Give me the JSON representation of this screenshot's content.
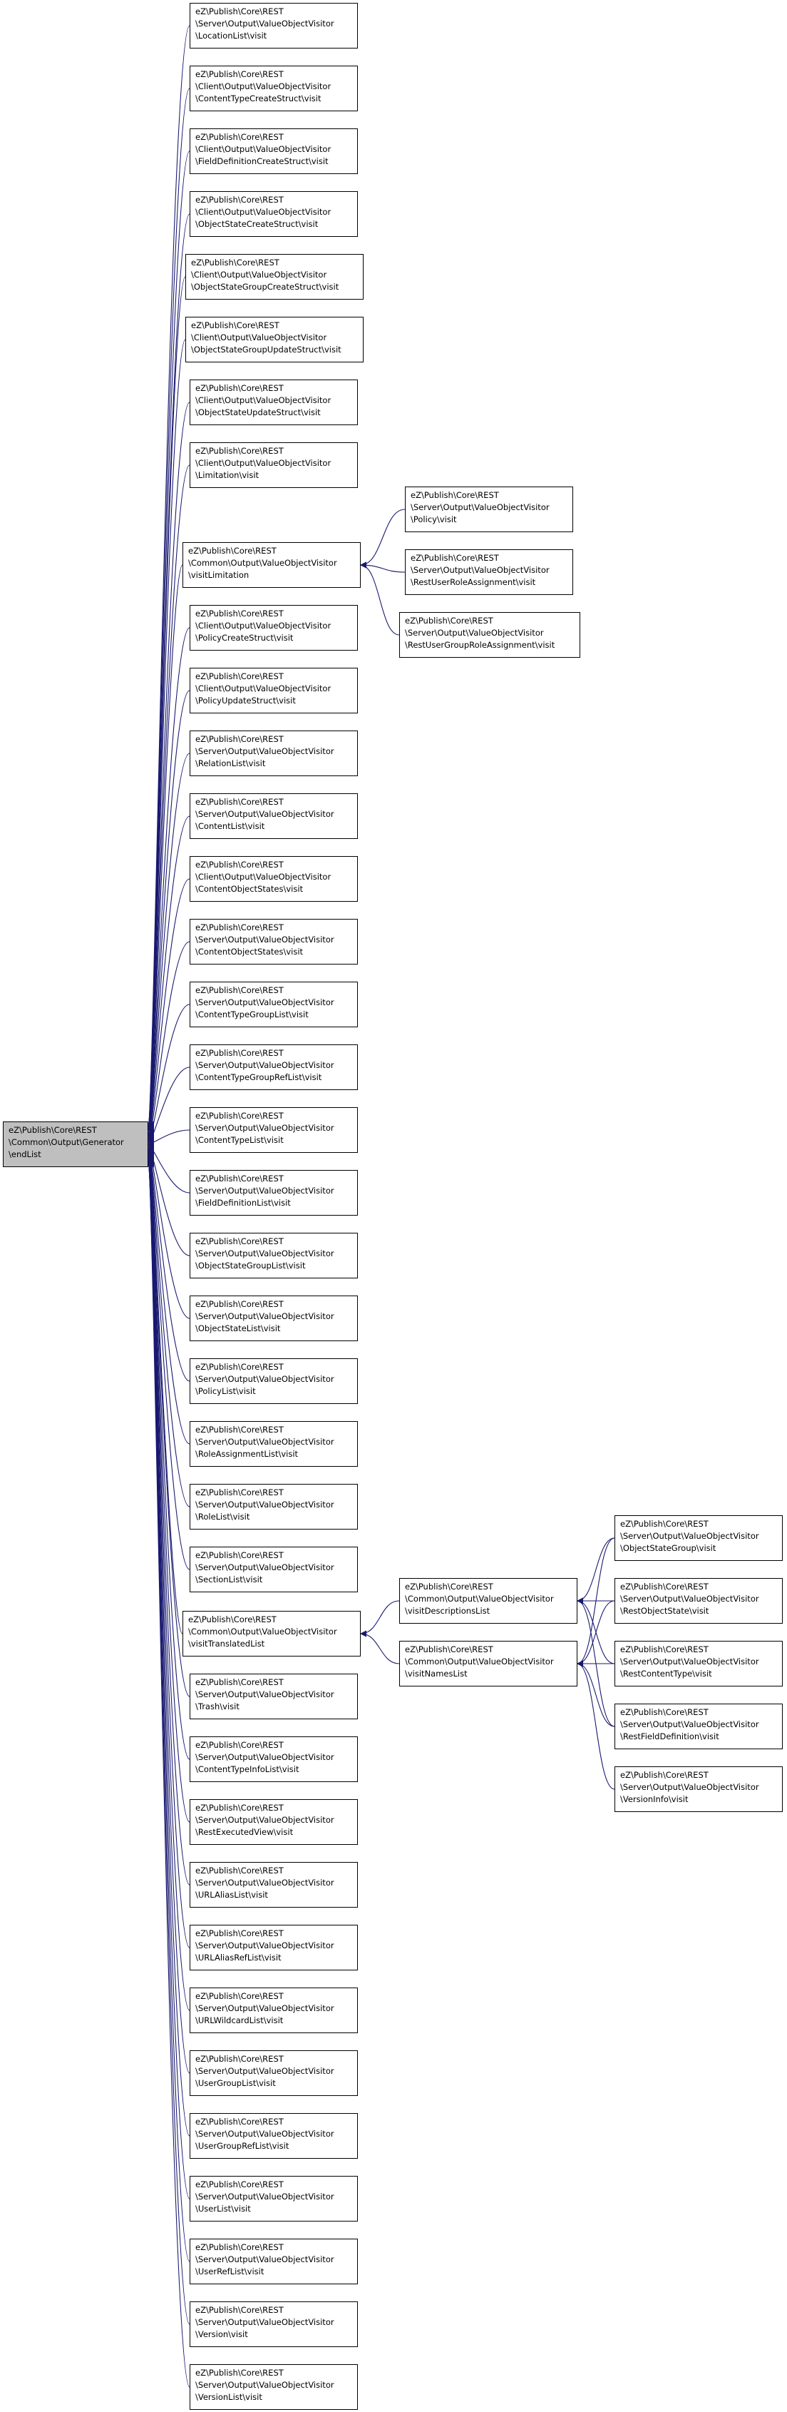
{
  "diagram": {
    "type": "call-graph (caller graph)",
    "edge_color": "#191970",
    "root_fill": "#bfbfbf",
    "root": {
      "id": "root",
      "lines": [
        "eZ\\Publish\\Core\\REST",
        "\\Common\\Output\\Generator",
        "\\endList"
      ]
    },
    "nodes": [
      {
        "id": "n01",
        "lines": [
          "eZ\\Publish\\Core\\REST",
          "\\Server\\Output\\ValueObjectVisitor",
          "\\LocationList\\visit"
        ]
      },
      {
        "id": "n02",
        "lines": [
          "eZ\\Publish\\Core\\REST",
          "\\Client\\Output\\ValueObjectVisitor",
          "\\ContentTypeCreateStruct\\visit"
        ]
      },
      {
        "id": "n03",
        "lines": [
          "eZ\\Publish\\Core\\REST",
          "\\Client\\Output\\ValueObjectVisitor",
          "\\FieldDefinitionCreateStruct\\visit"
        ]
      },
      {
        "id": "n04",
        "lines": [
          "eZ\\Publish\\Core\\REST",
          "\\Client\\Output\\ValueObjectVisitor",
          "\\ObjectStateCreateStruct\\visit"
        ]
      },
      {
        "id": "n05",
        "lines": [
          "eZ\\Publish\\Core\\REST",
          "\\Client\\Output\\ValueObjectVisitor",
          "\\ObjectStateGroupCreateStruct\\visit"
        ]
      },
      {
        "id": "n06",
        "lines": [
          "eZ\\Publish\\Core\\REST",
          "\\Client\\Output\\ValueObjectVisitor",
          "\\ObjectStateGroupUpdateStruct\\visit"
        ]
      },
      {
        "id": "n07",
        "lines": [
          "eZ\\Publish\\Core\\REST",
          "\\Client\\Output\\ValueObjectVisitor",
          "\\ObjectStateUpdateStruct\\visit"
        ]
      },
      {
        "id": "n08",
        "lines": [
          "eZ\\Publish\\Core\\REST",
          "\\Client\\Output\\ValueObjectVisitor",
          "\\Limitation\\visit"
        ]
      },
      {
        "id": "n09",
        "lines": [
          "eZ\\Publish\\Core\\REST",
          "\\Common\\Output\\ValueObjectVisitor",
          "\\visitLimitation"
        ]
      },
      {
        "id": "n10",
        "lines": [
          "eZ\\Publish\\Core\\REST",
          "\\Client\\Output\\ValueObjectVisitor",
          "\\PolicyCreateStruct\\visit"
        ]
      },
      {
        "id": "n11",
        "lines": [
          "eZ\\Publish\\Core\\REST",
          "\\Client\\Output\\ValueObjectVisitor",
          "\\PolicyUpdateStruct\\visit"
        ]
      },
      {
        "id": "n12",
        "lines": [
          "eZ\\Publish\\Core\\REST",
          "\\Server\\Output\\ValueObjectVisitor",
          "\\RelationList\\visit"
        ]
      },
      {
        "id": "n13",
        "lines": [
          "eZ\\Publish\\Core\\REST",
          "\\Server\\Output\\ValueObjectVisitor",
          "\\ContentList\\visit"
        ]
      },
      {
        "id": "n14",
        "lines": [
          "eZ\\Publish\\Core\\REST",
          "\\Client\\Output\\ValueObjectVisitor",
          "\\ContentObjectStates\\visit"
        ]
      },
      {
        "id": "n15",
        "lines": [
          "eZ\\Publish\\Core\\REST",
          "\\Server\\Output\\ValueObjectVisitor",
          "\\ContentObjectStates\\visit"
        ]
      },
      {
        "id": "n16",
        "lines": [
          "eZ\\Publish\\Core\\REST",
          "\\Server\\Output\\ValueObjectVisitor",
          "\\ContentTypeGroupList\\visit"
        ]
      },
      {
        "id": "n17",
        "lines": [
          "eZ\\Publish\\Core\\REST",
          "\\Server\\Output\\ValueObjectVisitor",
          "\\ContentTypeGroupRefList\\visit"
        ]
      },
      {
        "id": "n18",
        "lines": [
          "eZ\\Publish\\Core\\REST",
          "\\Server\\Output\\ValueObjectVisitor",
          "\\ContentTypeList\\visit"
        ]
      },
      {
        "id": "n19",
        "lines": [
          "eZ\\Publish\\Core\\REST",
          "\\Server\\Output\\ValueObjectVisitor",
          "\\FieldDefinitionList\\visit"
        ]
      },
      {
        "id": "n20",
        "lines": [
          "eZ\\Publish\\Core\\REST",
          "\\Server\\Output\\ValueObjectVisitor",
          "\\ObjectStateGroupList\\visit"
        ]
      },
      {
        "id": "n21",
        "lines": [
          "eZ\\Publish\\Core\\REST",
          "\\Server\\Output\\ValueObjectVisitor",
          "\\ObjectStateList\\visit"
        ]
      },
      {
        "id": "n22",
        "lines": [
          "eZ\\Publish\\Core\\REST",
          "\\Server\\Output\\ValueObjectVisitor",
          "\\PolicyList\\visit"
        ]
      },
      {
        "id": "n23",
        "lines": [
          "eZ\\Publish\\Core\\REST",
          "\\Server\\Output\\ValueObjectVisitor",
          "\\RoleAssignmentList\\visit"
        ]
      },
      {
        "id": "n24",
        "lines": [
          "eZ\\Publish\\Core\\REST",
          "\\Server\\Output\\ValueObjectVisitor",
          "\\RoleList\\visit"
        ]
      },
      {
        "id": "n25",
        "lines": [
          "eZ\\Publish\\Core\\REST",
          "\\Server\\Output\\ValueObjectVisitor",
          "\\SectionList\\visit"
        ]
      },
      {
        "id": "n26",
        "lines": [
          "eZ\\Publish\\Core\\REST",
          "\\Common\\Output\\ValueObjectVisitor",
          "\\visitTranslatedList"
        ]
      },
      {
        "id": "n27",
        "lines": [
          "eZ\\Publish\\Core\\REST",
          "\\Server\\Output\\ValueObjectVisitor",
          "\\Trash\\visit"
        ]
      },
      {
        "id": "n28",
        "lines": [
          "eZ\\Publish\\Core\\REST",
          "\\Server\\Output\\ValueObjectVisitor",
          "\\ContentTypeInfoList\\visit"
        ]
      },
      {
        "id": "n29",
        "lines": [
          "eZ\\Publish\\Core\\REST",
          "\\Server\\Output\\ValueObjectVisitor",
          "\\RestExecutedView\\visit"
        ]
      },
      {
        "id": "n30",
        "lines": [
          "eZ\\Publish\\Core\\REST",
          "\\Server\\Output\\ValueObjectVisitor",
          "\\URLAliasList\\visit"
        ]
      },
      {
        "id": "n31",
        "lines": [
          "eZ\\Publish\\Core\\REST",
          "\\Server\\Output\\ValueObjectVisitor",
          "\\URLAliasRefList\\visit"
        ]
      },
      {
        "id": "n32",
        "lines": [
          "eZ\\Publish\\Core\\REST",
          "\\Server\\Output\\ValueObjectVisitor",
          "\\URLWildcardList\\visit"
        ]
      },
      {
        "id": "n33",
        "lines": [
          "eZ\\Publish\\Core\\REST",
          "\\Server\\Output\\ValueObjectVisitor",
          "\\UserGroupList\\visit"
        ]
      },
      {
        "id": "n34",
        "lines": [
          "eZ\\Publish\\Core\\REST",
          "\\Server\\Output\\ValueObjectVisitor",
          "\\UserGroupRefList\\visit"
        ]
      },
      {
        "id": "n35",
        "lines": [
          "eZ\\Publish\\Core\\REST",
          "\\Server\\Output\\ValueObjectVisitor",
          "\\UserList\\visit"
        ]
      },
      {
        "id": "n36",
        "lines": [
          "eZ\\Publish\\Core\\REST",
          "\\Server\\Output\\ValueObjectVisitor",
          "\\UserRefList\\visit"
        ]
      },
      {
        "id": "n37",
        "lines": [
          "eZ\\Publish\\Core\\REST",
          "\\Server\\Output\\ValueObjectVisitor",
          "\\Version\\visit"
        ]
      },
      {
        "id": "n38",
        "lines": [
          "eZ\\Publish\\Core\\REST",
          "\\Server\\Output\\ValueObjectVisitor",
          "\\VersionList\\visit"
        ]
      },
      {
        "id": "p1",
        "lines": [
          "eZ\\Publish\\Core\\REST",
          "\\Server\\Output\\ValueObjectVisitor",
          "\\Policy\\visit"
        ]
      },
      {
        "id": "p2",
        "lines": [
          "eZ\\Publish\\Core\\REST",
          "\\Server\\Output\\ValueObjectVisitor",
          "\\RestUserRoleAssignment\\visit"
        ]
      },
      {
        "id": "p3",
        "lines": [
          "eZ\\Publish\\Core\\REST",
          "\\Server\\Output\\ValueObjectVisitor",
          "\\RestUserGroupRoleAssignment\\visit"
        ]
      },
      {
        "id": "d1",
        "lines": [
          "eZ\\Publish\\Core\\REST",
          "\\Common\\Output\\ValueObjectVisitor",
          "\\visitDescriptionsList"
        ]
      },
      {
        "id": "d2",
        "lines": [
          "eZ\\Publish\\Core\\REST",
          "\\Common\\Output\\ValueObjectVisitor",
          "\\visitNamesList"
        ]
      },
      {
        "id": "r1",
        "lines": [
          "eZ\\Publish\\Core\\REST",
          "\\Server\\Output\\ValueObjectVisitor",
          "\\ObjectStateGroup\\visit"
        ]
      },
      {
        "id": "r2",
        "lines": [
          "eZ\\Publish\\Core\\REST",
          "\\Server\\Output\\ValueObjectVisitor",
          "\\RestObjectState\\visit"
        ]
      },
      {
        "id": "r3",
        "lines": [
          "eZ\\Publish\\Core\\REST",
          "\\Server\\Output\\ValueObjectVisitor",
          "\\RestContentType\\visit"
        ]
      },
      {
        "id": "r4",
        "lines": [
          "eZ\\Publish\\Core\\REST",
          "\\Server\\Output\\ValueObjectVisitor",
          "\\RestFieldDefinition\\visit"
        ]
      },
      {
        "id": "r5",
        "lines": [
          "eZ\\Publish\\Core\\REST",
          "\\Server\\Output\\ValueObjectVisitor",
          "\\VersionInfo\\visit"
        ]
      }
    ],
    "edges": [
      [
        "n01",
        "root"
      ],
      [
        "n02",
        "root"
      ],
      [
        "n03",
        "root"
      ],
      [
        "n04",
        "root"
      ],
      [
        "n05",
        "root"
      ],
      [
        "n06",
        "root"
      ],
      [
        "n07",
        "root"
      ],
      [
        "n08",
        "root"
      ],
      [
        "n09",
        "root"
      ],
      [
        "n10",
        "root"
      ],
      [
        "n11",
        "root"
      ],
      [
        "n12",
        "root"
      ],
      [
        "n13",
        "root"
      ],
      [
        "n14",
        "root"
      ],
      [
        "n15",
        "root"
      ],
      [
        "n16",
        "root"
      ],
      [
        "n17",
        "root"
      ],
      [
        "n18",
        "root"
      ],
      [
        "n19",
        "root"
      ],
      [
        "n20",
        "root"
      ],
      [
        "n21",
        "root"
      ],
      [
        "n22",
        "root"
      ],
      [
        "n23",
        "root"
      ],
      [
        "n24",
        "root"
      ],
      [
        "n25",
        "root"
      ],
      [
        "n26",
        "root"
      ],
      [
        "n27",
        "root"
      ],
      [
        "n28",
        "root"
      ],
      [
        "n29",
        "root"
      ],
      [
        "n30",
        "root"
      ],
      [
        "n31",
        "root"
      ],
      [
        "n32",
        "root"
      ],
      [
        "n33",
        "root"
      ],
      [
        "n34",
        "root"
      ],
      [
        "n35",
        "root"
      ],
      [
        "n36",
        "root"
      ],
      [
        "n37",
        "root"
      ],
      [
        "n38",
        "root"
      ],
      [
        "p1",
        "n09"
      ],
      [
        "p2",
        "n09"
      ],
      [
        "p3",
        "n09"
      ],
      [
        "d1",
        "n26"
      ],
      [
        "d2",
        "n26"
      ],
      [
        "r1",
        "d1"
      ],
      [
        "r2",
        "d1"
      ],
      [
        "r3",
        "d1"
      ],
      [
        "r4",
        "d1"
      ],
      [
        "r1",
        "d2"
      ],
      [
        "r2",
        "d2"
      ],
      [
        "r3",
        "d2"
      ],
      [
        "r4",
        "d2"
      ],
      [
        "r5",
        "d2"
      ]
    ]
  }
}
